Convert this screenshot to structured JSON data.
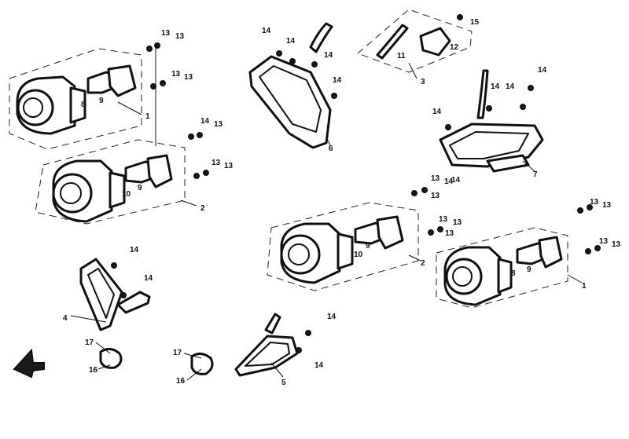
{
  "callouts": {
    "c1a": "1",
    "c1b": "1",
    "c2a": "2",
    "c2b": "2",
    "c3": "3",
    "c4": "4",
    "c5": "5",
    "c6": "6",
    "c7": "7",
    "c8a": "8",
    "c8b": "8",
    "c9a": "9",
    "c9b": "9",
    "c9c": "9",
    "c9d": "9",
    "c10a": "10",
    "c10b": "10",
    "c11": "11",
    "c12": "12",
    "c13a": "13",
    "c13b": "13",
    "c13c": "13",
    "c13d": "13",
    "c13e": "13",
    "c13f": "13",
    "c13g": "13",
    "c13h": "13",
    "c13i": "13",
    "c13j": "13",
    "c13k": "13",
    "c13l": "13",
    "c13m": "13",
    "c13n": "13",
    "c13o": "13",
    "c13p": "13",
    "c14a": "14",
    "c14b": "14",
    "c14c": "14",
    "c14d": "14",
    "c14e": "14",
    "c14f": "14",
    "c14g": "14",
    "c14h": "14",
    "c14i": "14",
    "c14j": "14",
    "c14k": "14",
    "c14l": "14",
    "c14m": "14",
    "c14n": "14",
    "c14o": "14",
    "c15": "15",
    "c16a": "16",
    "c16b": "16",
    "c17a": "17",
    "c17b": "17"
  },
  "icons": {
    "direction": "front-arrow-icon"
  },
  "colors": {
    "line": "#111111",
    "background": "#ffffff"
  }
}
